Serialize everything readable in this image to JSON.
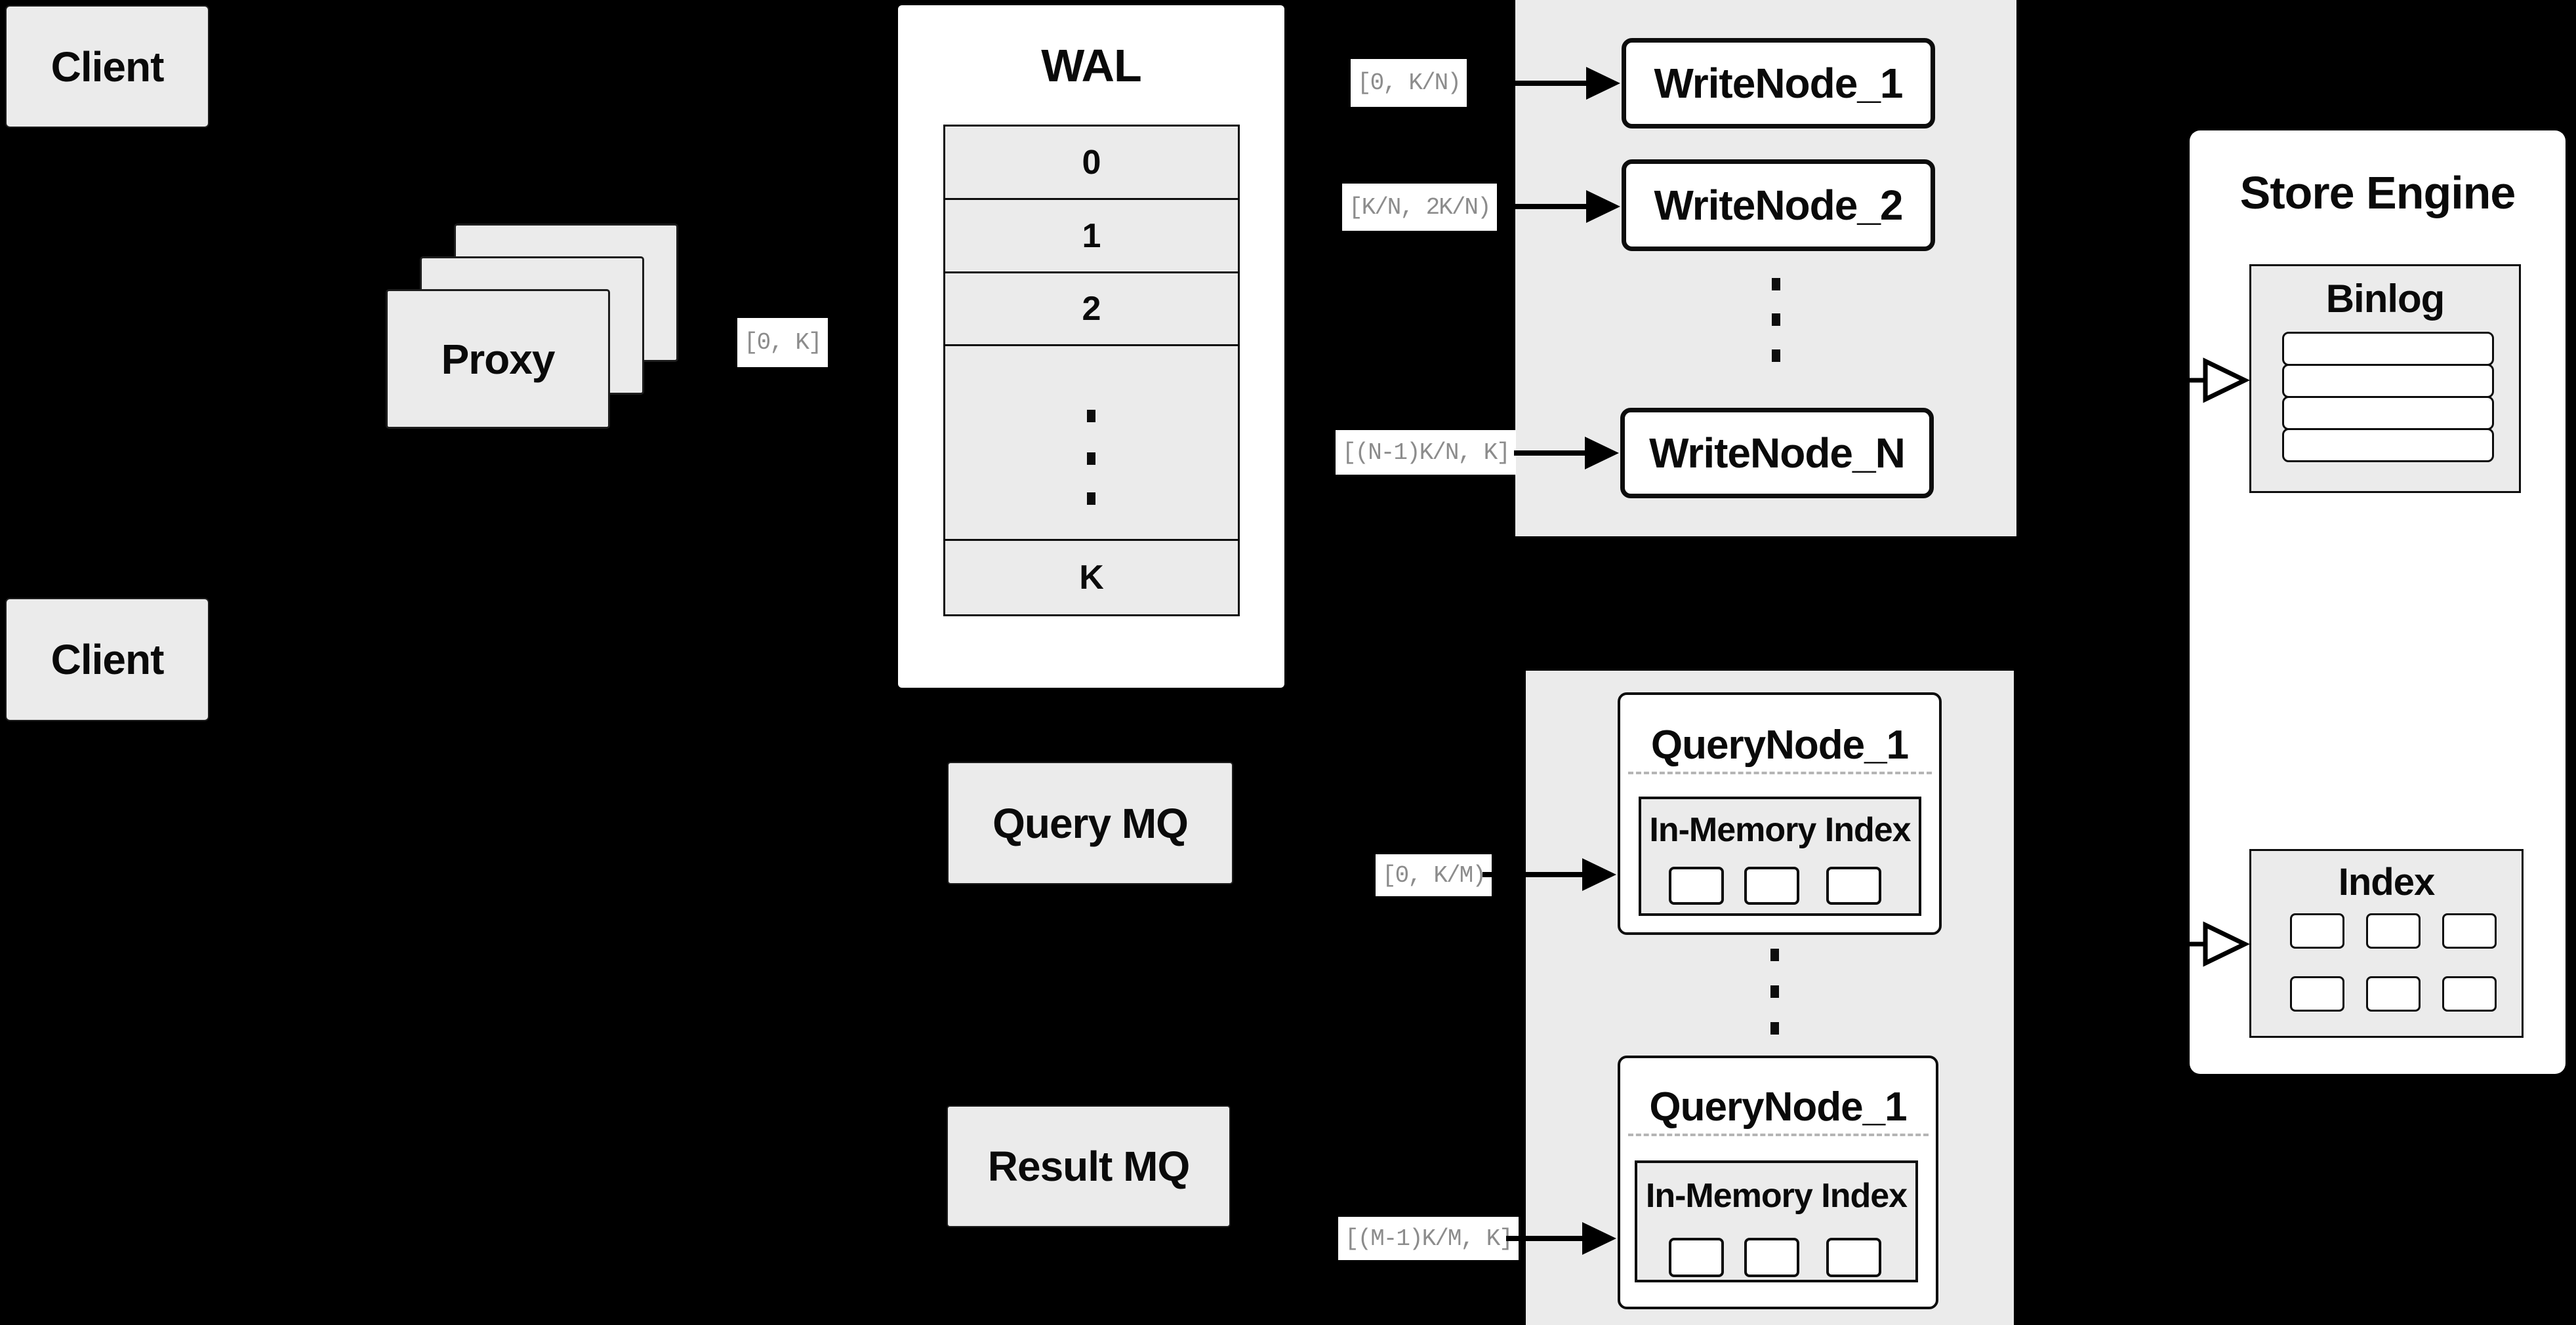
{
  "colors": {
    "background": "#000000",
    "panel_gray": "#ebebeb",
    "panel_white": "#ffffff",
    "border": "#0d0d0d",
    "range_text": "#8c8c8c",
    "dashed_line": "#b5b5b5"
  },
  "clients": {
    "top": "Client",
    "bottom": "Client"
  },
  "proxy": {
    "label": "Proxy"
  },
  "ranges": {
    "full": "[0, K]",
    "write_1": "[0, K/N)",
    "write_2": "[K/N, 2K/N)",
    "write_n": "[(N-1)K/N, K]",
    "query_1": "[0, K/M)",
    "query_m": "[(M-1)K/M, K]"
  },
  "wal": {
    "title": "WAL",
    "rows": [
      "0",
      "1",
      "2"
    ],
    "last_row": "K"
  },
  "write_nodes": {
    "node_1": "WriteNode_1",
    "node_2": "WriteNode_2",
    "node_n": "WriteNode_N"
  },
  "mq": {
    "query": "Query MQ",
    "result": "Result MQ"
  },
  "query_nodes": {
    "node_1": {
      "title": "QueryNode_1",
      "inner_title": "In-Memory Index"
    },
    "node_m": {
      "title": "QueryNode_1",
      "inner_title": "In-Memory Index"
    }
  },
  "store_engine": {
    "title": "Store Engine",
    "binlog_title": "Binlog",
    "index_title": "Index"
  }
}
